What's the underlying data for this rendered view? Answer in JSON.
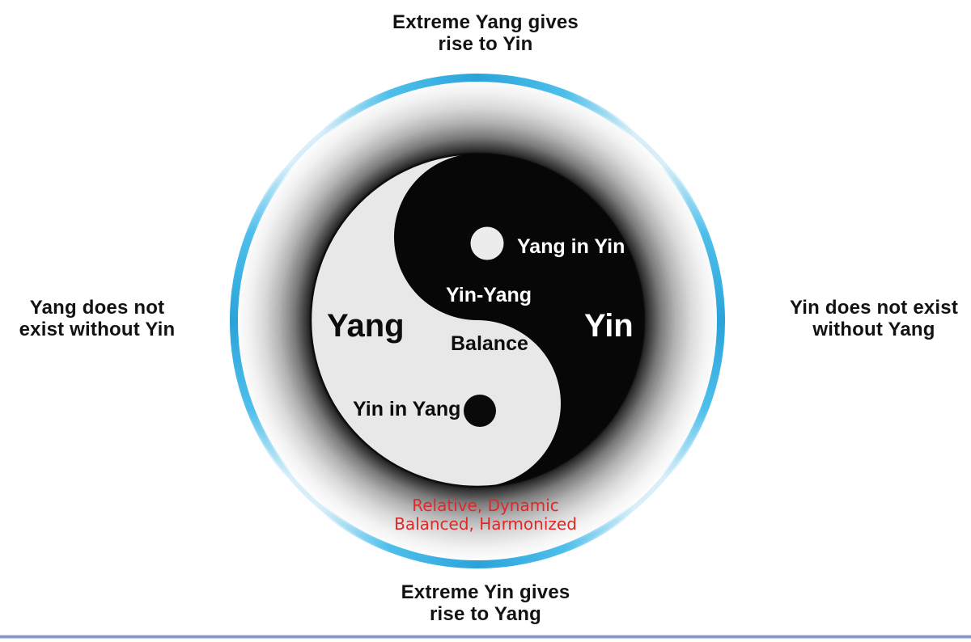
{
  "figure": {
    "title_semantic": "Yin-Yang balance concept diagram",
    "outer_captions": {
      "top": [
        "Extreme Yang gives",
        "rise to Yin"
      ],
      "left": [
        "Yang does not",
        "exist without Yin"
      ],
      "right": [
        "Yin does not exist",
        "without Yang"
      ],
      "bottom": [
        "Extreme Yin gives",
        "rise to Yang"
      ]
    },
    "symbol": {
      "yang_label": "Yang",
      "yin_label": "Yin",
      "yang_in_yin": "Yang in Yin",
      "yin_in_yang": "Yin in Yang",
      "balance_line1": "Yin-Yang",
      "balance_line2": "Balance"
    },
    "note": {
      "lines": [
        "Relative, Dynamic",
        "Balanced, Harmonized"
      ]
    },
    "colors": {
      "accent_ring_blue": "#3db9e9",
      "accent_ring_deep": "#2aa3da",
      "yin_black": "#070707",
      "yang_light_gray": "#e8e8e8",
      "note_red": "#e12728",
      "footer_line_blue": "#7b8db9",
      "glow_black": "#000000"
    }
  }
}
